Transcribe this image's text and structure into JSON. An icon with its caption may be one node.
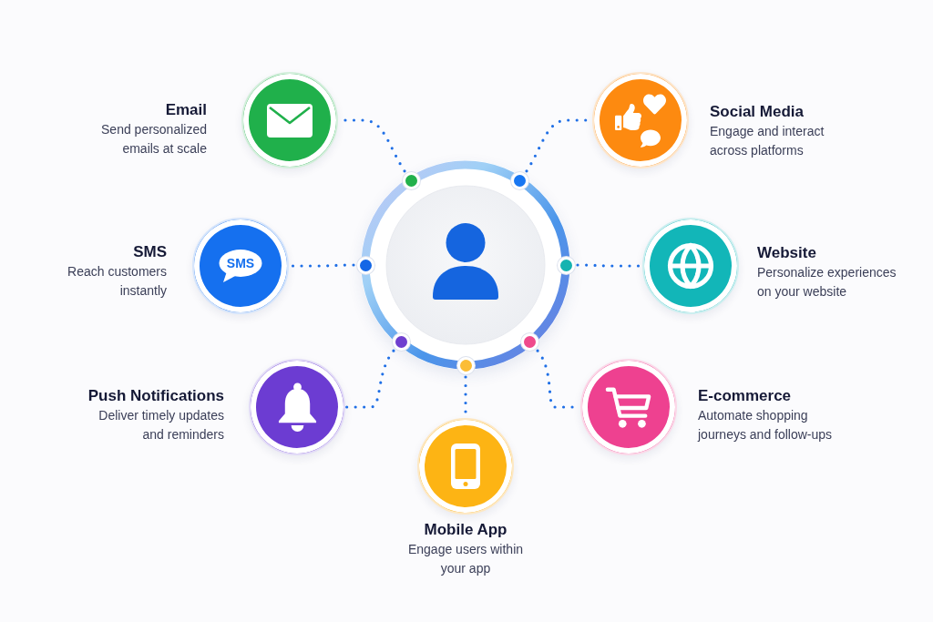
{
  "diagram": {
    "nodes": [
      {
        "text": [],
        "shape": "circle"
      },
      {
        "text": [
          "Email",
          "Send personalized emails at scale"
        ]
      },
      {
        "text": [
          "Social Media",
          "Engage and interact across platforms"
        ]
      },
      {
        "text": [
          "SMS",
          "Reach customers instantly",
          "SMS"
        ]
      },
      {
        "text": [
          "Website",
          "Personalize experiences on your website"
        ]
      },
      {
        "text": [
          "Push Notifications",
          "Deliver timely updates and reminders"
        ]
      },
      {
        "text": [
          "E-commerce",
          "Automate shopping journeys and follow-ups"
        ]
      },
      {
        "text": [
          "Mobile App",
          "Engage users within your app"
        ]
      }
    ],
    "edges": [
      {
        "from": 0,
        "to": 1,
        "arrow": "none",
        "style": "dashed"
      },
      {
        "from": 0,
        "to": 2,
        "arrow": "none",
        "style": "dashed"
      },
      {
        "from": 0,
        "to": 3,
        "arrow": "none",
        "style": "dashed"
      },
      {
        "from": 0,
        "to": 4,
        "arrow": "none",
        "style": "dashed"
      },
      {
        "from": 0,
        "to": 5,
        "arrow": "none",
        "style": "dashed"
      },
      {
        "from": 0,
        "to": 6,
        "arrow": "none",
        "style": "dashed"
      },
      {
        "from": 0,
        "to": 7,
        "arrow": "none",
        "style": "dashed"
      }
    ]
  }
}
